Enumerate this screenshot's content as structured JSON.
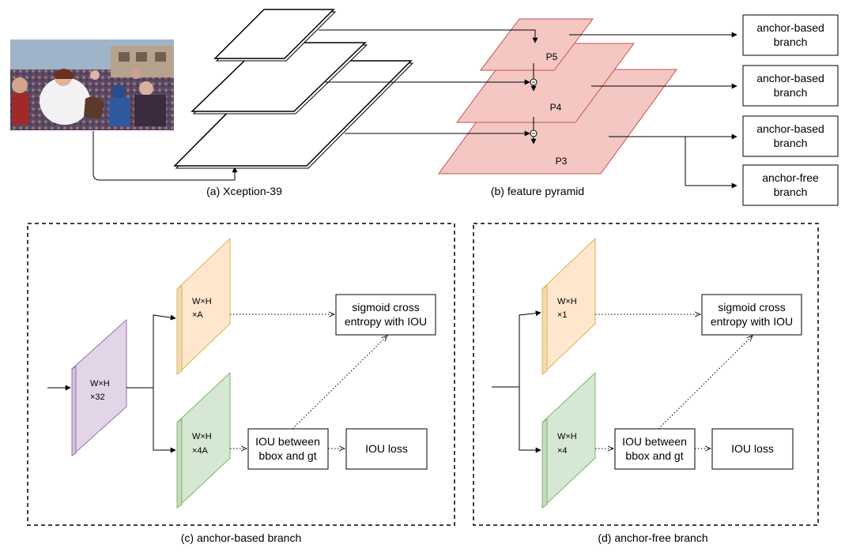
{
  "captions": {
    "a": "(a) Xception-39",
    "b": "(b) feature pyramid",
    "c": "(c) anchor-based branch",
    "d": "(d) anchor-free branch"
  },
  "pyramid": {
    "p5": "P5",
    "p4": "P4",
    "p3": "P3"
  },
  "branches": {
    "b1": [
      "anchor-based",
      "branch"
    ],
    "b2": [
      "anchor-based",
      "branch"
    ],
    "b3": [
      "anchor-based",
      "branch"
    ],
    "b4": [
      "anchor-free",
      "branch"
    ]
  },
  "panel_c": {
    "input_map": [
      "W×H",
      "×32"
    ],
    "cls_map": [
      "W×H",
      "×A"
    ],
    "reg_map": [
      "W×H",
      "×4A"
    ],
    "loss_box": [
      "sigmoid cross",
      "entropy with IOU"
    ],
    "iou_box": [
      "IOU between",
      "bbox and gt"
    ],
    "iou_loss": "IOU loss"
  },
  "panel_d": {
    "cls_map": [
      "W×H",
      "×1"
    ],
    "reg_map": [
      "W×H",
      "×4"
    ],
    "loss_box": [
      "sigmoid cross",
      "entropy with IOU"
    ],
    "iou_box": [
      "IOU between",
      "bbox and gt"
    ],
    "iou_loss": "IOU loss"
  },
  "colors": {
    "pyramid_fill": "#f4c7c3",
    "pyramid_stroke": "#c25450",
    "purple_fill": "#e1d5e7",
    "purple_stroke": "#9673a6",
    "orange_fill": "#ffe6cc",
    "orange_stroke": "#d6b656",
    "green_fill": "#d5e8d4",
    "green_stroke": "#82b366"
  }
}
